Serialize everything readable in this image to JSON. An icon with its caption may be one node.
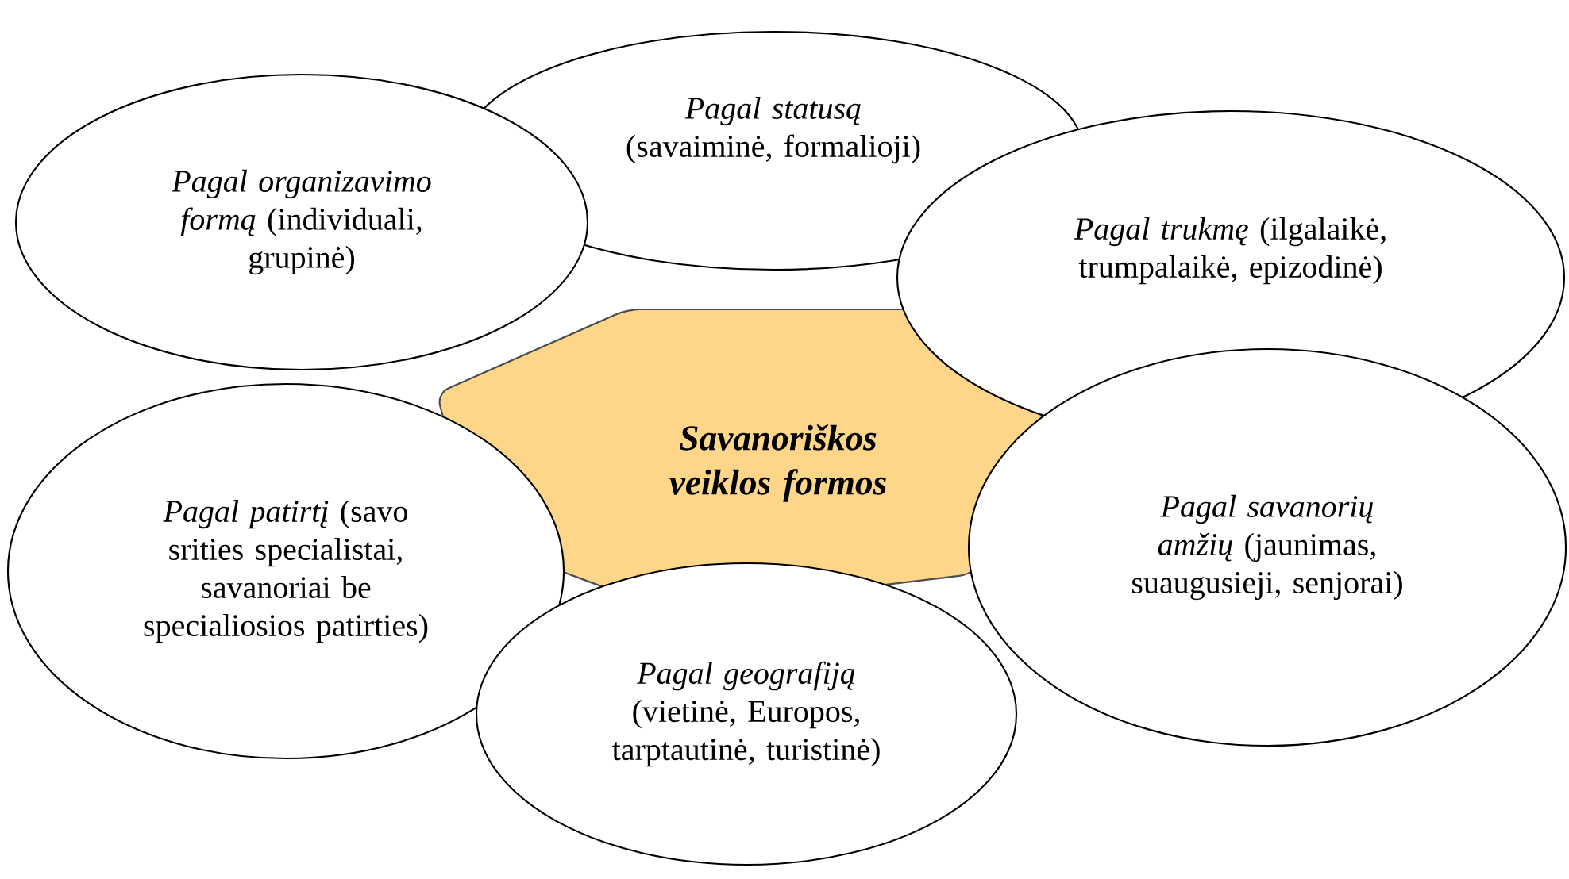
{
  "diagram": {
    "nodes": [
      {
        "text": [
          "Savanoriškos veiklos formos"
        ]
      },
      {
        "text": [
          "*Pagal statusą* (savaiminė, formalioji)"
        ]
      },
      {
        "text": [
          "*Pagal organizavimo formą* (individuali, grupinė)"
        ]
      },
      {
        "text": [
          "*Pagal trukmę* (ilgalaikė, trumpalaikė, epizodinė)"
        ]
      },
      {
        "text": [
          "*Pagal patirtį* (savo srities specialistai, savanoriai be specialiosios patirties)"
        ]
      },
      {
        "text": [
          "*Pagal savanorių amžių* (jaunimas, suaugusieji, senjorai)"
        ]
      },
      {
        "text": [
          "*Pagal geografiją* (vietinė, Europos, tarptautinė, turistinė)"
        ]
      }
    ]
  }
}
